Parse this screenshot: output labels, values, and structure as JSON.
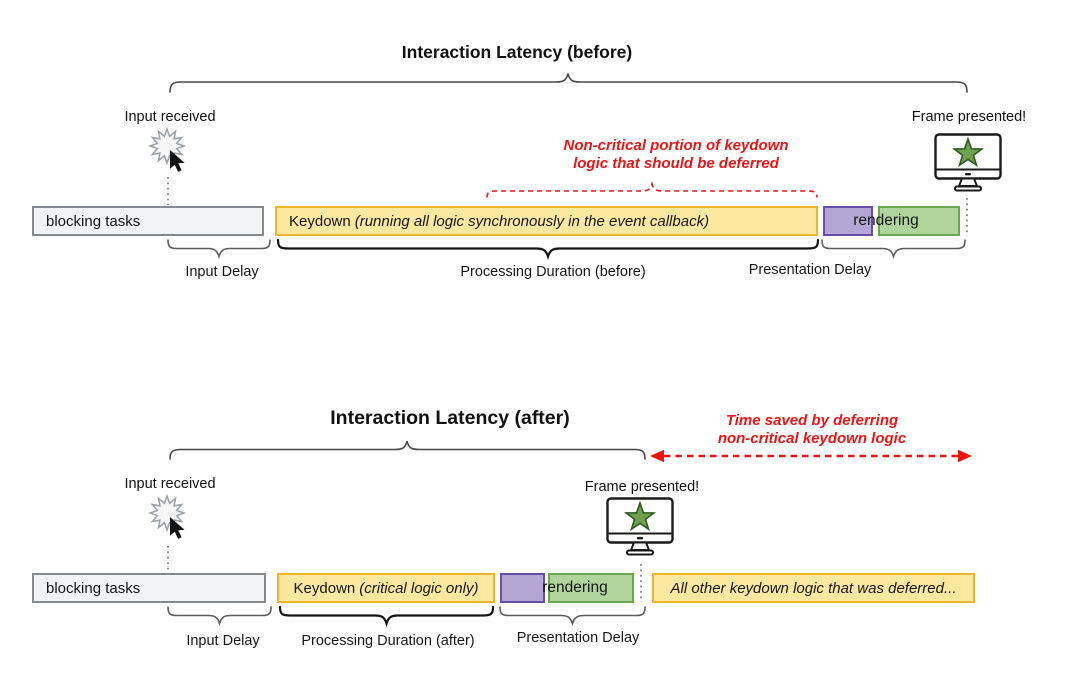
{
  "colors": {
    "yellow-fill": "#FCE89E",
    "yellow-border": "#EDB62C",
    "purple-fill": "#B4A7D6",
    "purple-border": "#674EA7",
    "green-fill": "#AFD49C",
    "green-border": "#6AA84F",
    "gray-fill": "#F1F3F4",
    "gray-border": "#85898D",
    "annotation-red": "#EE1414",
    "star-green": "#6FA14E",
    "star-green-border": "#2E591F"
  },
  "before": {
    "title": "Interaction Latency (before)",
    "input_received": "Input received",
    "frame_presented": "Frame presented!",
    "annotation": {
      "line1": "Non-critical portion of keydown",
      "line2": "logic that should be deferred"
    },
    "bars": {
      "blocking": "blocking tasks",
      "keydown_prefix": "Keydown",
      "keydown_italic": "(running all logic synchronously in the event callback)",
      "rendering": "rendering"
    },
    "labels": {
      "input_delay": "Input Delay",
      "processing": "Processing Duration (before)",
      "presentation": "Presentation Delay"
    }
  },
  "after": {
    "title": "Interaction Latency (after)",
    "input_received": "Input received",
    "frame_presented": "Frame presented!",
    "annotation": {
      "line1": "Time saved by deferring",
      "line2": "non-critical keydown logic"
    },
    "bars": {
      "blocking": "blocking tasks",
      "keydown_prefix": "Keydown",
      "keydown_italic": "(critical logic only)",
      "rendering": "rendering",
      "deferred": "All other keydown logic that was deferred..."
    },
    "labels": {
      "input_delay": "Input Delay",
      "processing": "Processing Duration (after)",
      "presentation": "Presentation Delay"
    }
  }
}
